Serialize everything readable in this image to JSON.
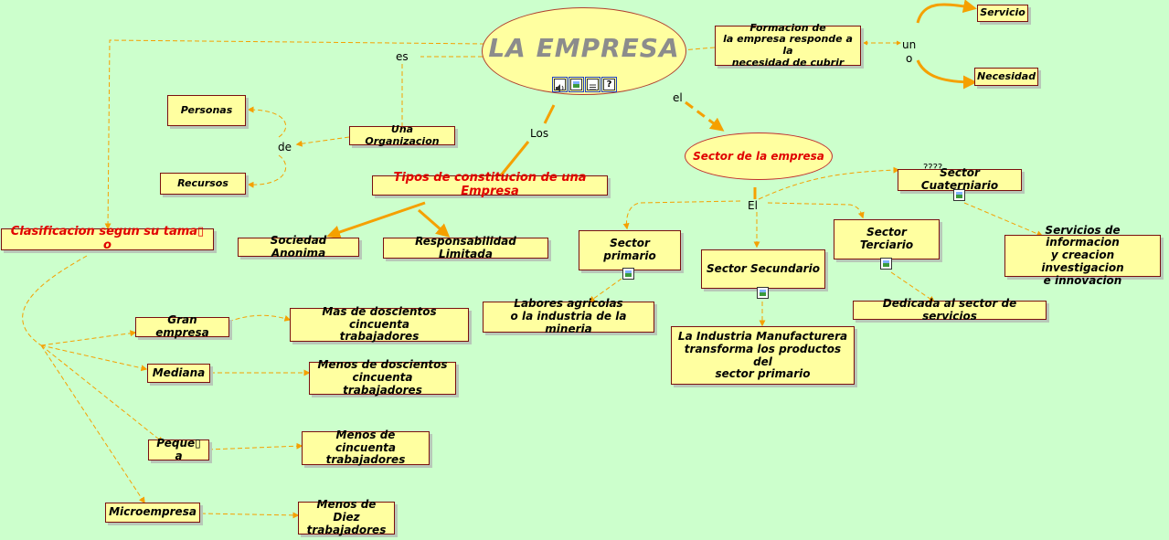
{
  "main": {
    "title": "LA EMPRESA"
  },
  "links": {
    "es": "es",
    "de": "de",
    "los": "Los",
    "el_lower": "el",
    "el_upper": "El",
    "un": "un",
    "o": "o",
    "qmarks": "????"
  },
  "nodes": {
    "formacion": "Formacion de\nla empresa responde a la\nnecesidad de cubrir",
    "servicio": "Servicio",
    "necesidad": "Necesidad",
    "personas": "Personas",
    "recursos": "Recursos",
    "una_organizacion": "Una Organizacion",
    "tipos": "Tipos de constitucion de una Empresa",
    "sociedad_anonima": "Sociedad Anonima",
    "responsabilidad_limitada": "Responsabilidad Limitada",
    "clasificacion": "Clasificacion segun su tama▯ o",
    "sector_empresa": "Sector de la empresa",
    "sector_primario": "Sector primario",
    "sector_secundario": "Sector Secundario",
    "sector_terciario": "Sector Terciario",
    "sector_cuaternario": "Sector Cuaterniario",
    "labores": "Labores agricolas\no la industria de la mineria",
    "manufacturera": "La Industria Manufacturera\ntransforma los productos del\nsector primario",
    "servicios_desc": "Dedicada al sector de servicios",
    "cuaternario_desc": "Servicios de informacion\ny creacion investigacion\ne innovacion",
    "gran_empresa": "Gran empresa",
    "mediana": "Mediana",
    "pequena": "Peque▯ a",
    "microempresa": "Microempresa",
    "gran_desc": "Mas de doscientos cincuenta\ntrabajadores",
    "mediana_desc": "Menos de doscientos\ncincuenta trabajadores",
    "pequena_desc": "Menos de cincuenta\ntrabajadores",
    "micro_desc": "Menos de Diez\ntrabajadores"
  },
  "icons": [
    "speaker-icon",
    "image-icon",
    "text-icon",
    "help-icon"
  ],
  "colors": {
    "background": "#ccffcc",
    "node_fill": "#ffffa0",
    "node_border": "#7a1010",
    "title_gray": "#8c8c8c",
    "accent_red": "#e00000",
    "connector_orange": "#f5a000"
  }
}
